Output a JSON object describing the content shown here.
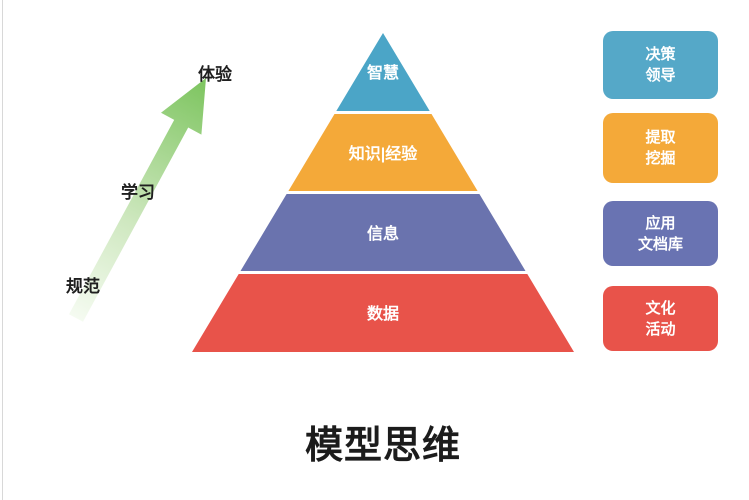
{
  "page": {
    "title": "模型思维",
    "background_color": "#ffffff",
    "title_color": "#1c1c1c"
  },
  "pyramid": {
    "levels": [
      {
        "label": "智慧",
        "color": "#4ba5c7"
      },
      {
        "label": "知识|经验",
        "color": "#f4a939"
      },
      {
        "label": "信息",
        "color": "#6a73ae"
      },
      {
        "label": "数据",
        "color": "#e8534a"
      }
    ]
  },
  "arrow": {
    "labels": {
      "top": "体验",
      "middle": "学习",
      "bottom": "规范"
    },
    "head_color": "#7cc45e",
    "mid_color": "#cfe8c0",
    "tail_color": "#f5fbf1"
  },
  "side_boxes": [
    {
      "label": "决策\n领导",
      "color": "#55a8c8"
    },
    {
      "label": "提取\n挖掘",
      "color": "#f4a939"
    },
    {
      "label": "应用\n文档库",
      "color": "#6973b2"
    },
    {
      "label": "文化\n活动",
      "color": "#e8534a"
    }
  ]
}
